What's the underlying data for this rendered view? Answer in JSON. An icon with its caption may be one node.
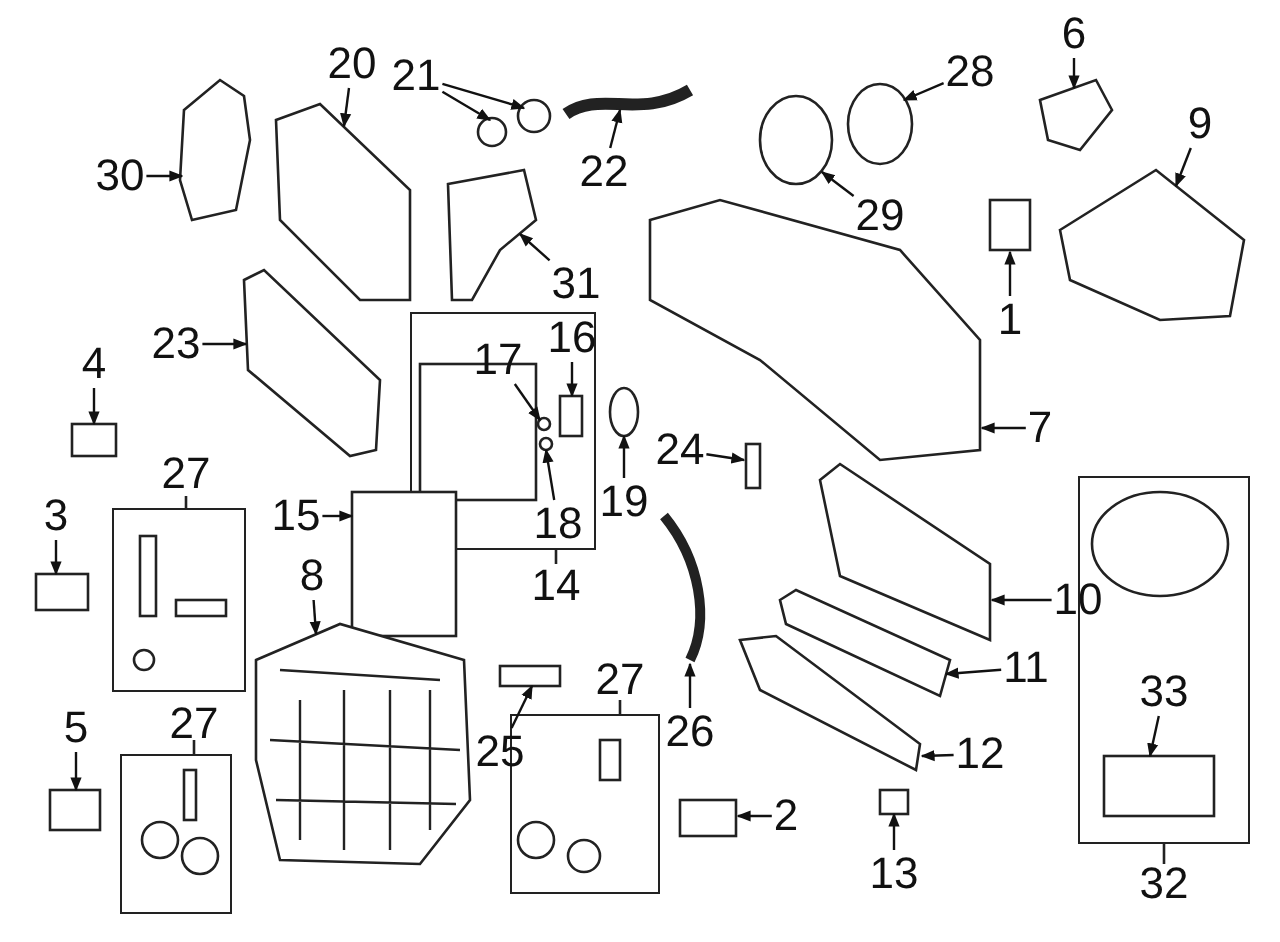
{
  "diagram": {
    "nodes": [
      {
        "text": [
          "6"
        ]
      },
      {
        "text": [
          "20"
        ]
      },
      {
        "text": [
          "21"
        ]
      },
      {
        "text": [
          "22"
        ]
      },
      {
        "text": [
          "28"
        ]
      },
      {
        "text": [
          "30"
        ]
      },
      {
        "text": [
          "9"
        ]
      },
      {
        "text": [
          "29"
        ]
      },
      {
        "text": [
          "31"
        ]
      },
      {
        "text": [
          "1"
        ]
      },
      {
        "text": [
          "14"
        ]
      },
      {
        "text": [
          "16"
        ],
        "in": 10
      },
      {
        "text": [
          "23"
        ]
      },
      {
        "text": [
          "4"
        ]
      },
      {
        "text": [
          "17"
        ],
        "in": 10
      },
      {
        "text": [
          "24"
        ]
      },
      {
        "text": [
          "7"
        ]
      },
      {
        "text": [
          "19"
        ]
      },
      {
        "text": [
          "18"
        ],
        "in": 10
      },
      {
        "text": [
          "27"
        ]
      },
      {
        "text": [
          "3"
        ]
      },
      {
        "text": [
          "15"
        ]
      },
      {
        "text": [
          "8"
        ]
      },
      {
        "text": [
          "10"
        ]
      },
      {
        "text": [
          "11"
        ]
      },
      {
        "text": [
          "27"
        ]
      },
      {
        "text": [
          "5"
        ]
      },
      {
        "text": [
          "27"
        ]
      },
      {
        "text": [
          "25"
        ]
      },
      {
        "text": [
          "26"
        ]
      },
      {
        "text": [
          "12"
        ]
      },
      {
        "text": [
          "2"
        ]
      },
      {
        "text": [
          "13"
        ]
      },
      {
        "text": [
          "32"
        ]
      },
      {
        "text": [
          "33"
        ],
        "in": 33
      },
      {
        "text": [],
        "shape": "picture"
      },
      {
        "text": [],
        "shape": "picture"
      },
      {
        "text": [],
        "shape": "picture"
      },
      {
        "text": [],
        "shape": "circle"
      },
      {
        "text": [],
        "shape": "circle"
      },
      {
        "text": [],
        "shape": "picture"
      },
      {
        "text": [],
        "shape": "circle"
      },
      {
        "text": [],
        "shape": "circle"
      },
      {
        "text": [],
        "shape": "picture"
      },
      {
        "text": [],
        "shape": "picture"
      },
      {
        "text": [],
        "shape": "picture"
      },
      {
        "text": [],
        "shape": "box"
      },
      {
        "text": [],
        "shape": "picture"
      },
      {
        "text": [],
        "shape": "circle"
      },
      {
        "text": [],
        "shape": "box",
        "in": 10
      },
      {
        "text": [],
        "shape": "circle",
        "in": 10
      },
      {
        "text": [],
        "shape": "box"
      },
      {
        "text": [],
        "shape": "circle",
        "in": 10
      },
      {
        "text": [],
        "shape": "box"
      },
      {
        "text": [],
        "shape": "picture"
      },
      {
        "text": [],
        "shape": "box"
      },
      {
        "text": [],
        "shape": "picture"
      },
      {
        "text": [],
        "shape": "box"
      },
      {
        "text": [],
        "shape": "picture"
      },
      {
        "text": [],
        "shape": "picture"
      },
      {
        "text": [],
        "shape": "picture"
      },
      {
        "text": [],
        "shape": "box"
      },
      {
        "text": [],
        "shape": "box",
        "in": 33
      },
      {
        "text": [],
        "shape": "box"
      },
      {
        "text": [],
        "shape": "box"
      },
      {
        "text": [],
        "shape": "box"
      }
    ],
    "edges": [
      {
        "from": 0,
        "to": 35,
        "arrow": "to"
      },
      {
        "from": 1,
        "to": 40,
        "arrow": "to"
      },
      {
        "from": 2,
        "to": 42,
        "arrow": "to"
      },
      {
        "from": 2,
        "to": 39,
        "arrow": "to"
      },
      {
        "from": 3,
        "to": 37,
        "arrow": "to"
      },
      {
        "from": 4,
        "to": 38,
        "arrow": "to"
      },
      {
        "from": 5,
        "to": 36,
        "arrow": "to"
      },
      {
        "from": 6,
        "to": 43,
        "arrow": "to"
      },
      {
        "from": 7,
        "to": 41,
        "arrow": "to"
      },
      {
        "from": 8,
        "to": 44,
        "arrow": "to"
      },
      {
        "from": 9,
        "to": 46,
        "arrow": "to"
      },
      {
        "from": 11,
        "to": 49,
        "arrow": "to"
      },
      {
        "from": 12,
        "to": 47,
        "arrow": "to"
      },
      {
        "from": 13,
        "to": 51,
        "arrow": "to"
      },
      {
        "from": 14,
        "to": 50,
        "arrow": "to"
      },
      {
        "from": 15,
        "to": 53,
        "arrow": "to"
      },
      {
        "from": 16,
        "to": 45,
        "arrow": "to"
      },
      {
        "from": 17,
        "to": 48,
        "arrow": "to"
      },
      {
        "from": 18,
        "to": 52,
        "arrow": "to"
      },
      {
        "from": 20,
        "to": 57,
        "arrow": "to"
      },
      {
        "from": 21,
        "to": 55,
        "arrow": "to"
      },
      {
        "from": 22,
        "to": 59,
        "arrow": "to"
      },
      {
        "from": 23,
        "to": 54,
        "arrow": "to"
      },
      {
        "from": 24,
        "to": 58,
        "arrow": "to"
      },
      {
        "from": 26,
        "to": 63,
        "arrow": "to"
      },
      {
        "from": 28,
        "to": 61,
        "arrow": "to"
      },
      {
        "from": 29,
        "to": 56,
        "arrow": "to"
      },
      {
        "from": 30,
        "to": 60,
        "arrow": "to"
      },
      {
        "from": 31,
        "to": 65,
        "arrow": "to"
      },
      {
        "from": 32,
        "to": 64,
        "arrow": "to"
      },
      {
        "from": 34,
        "to": 62,
        "arrow": "to"
      }
    ]
  }
}
